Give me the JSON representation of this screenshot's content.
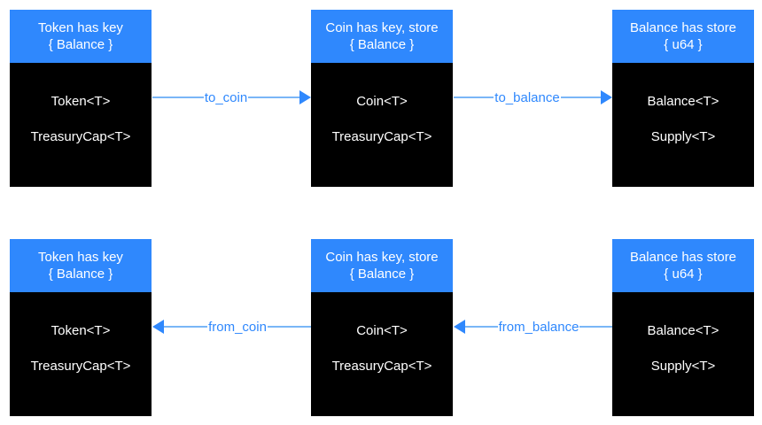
{
  "diagram": {
    "type": "block-flow",
    "background_color": "#ffffff",
    "accent_color": "#2f88fd",
    "line_color": "#7ab6f7",
    "box_fill_color": "#000000",
    "rows": [
      {
        "name": "forward-conversion-row",
        "nodes": [
          {
            "id": "token-node-top",
            "header_line1": "Token has key",
            "header_line2": "{ Balance }",
            "body_line1": "Token<T>",
            "body_line2": "TreasuryCap<T>"
          },
          {
            "id": "coin-node-top",
            "header_line1": "Coin has key, store",
            "header_line2": "{ Balance }",
            "body_line1": "Coin<T>",
            "body_line2": "TreasuryCap<T>"
          },
          {
            "id": "balance-node-top",
            "header_line1": "Balance has store",
            "header_line2": "{ u64 }",
            "body_line1": "Balance<T>",
            "body_line2": "Supply<T>"
          }
        ],
        "edges": [
          {
            "id": "to-coin-edge",
            "label": "to_coin",
            "direction": "right"
          },
          {
            "id": "to-balance-edge",
            "label": "to_balance",
            "direction": "right"
          }
        ]
      },
      {
        "name": "reverse-conversion-row",
        "nodes": [
          {
            "id": "token-node-bottom",
            "header_line1": "Token has key",
            "header_line2": "{ Balance }",
            "body_line1": "Token<T>",
            "body_line2": "TreasuryCap<T>"
          },
          {
            "id": "coin-node-bottom",
            "header_line1": "Coin has key, store",
            "header_line2": "{ Balance }",
            "body_line1": "Coin<T>",
            "body_line2": "TreasuryCap<T>"
          },
          {
            "id": "balance-node-bottom",
            "header_line1": "Balance has store",
            "header_line2": "{ u64 }",
            "body_line1": "Balance<T>",
            "body_line2": "Supply<T>"
          }
        ],
        "edges": [
          {
            "id": "from-coin-edge",
            "label": "from_coin",
            "direction": "left"
          },
          {
            "id": "from-balance-edge",
            "label": "from_balance",
            "direction": "left"
          }
        ]
      }
    ]
  }
}
